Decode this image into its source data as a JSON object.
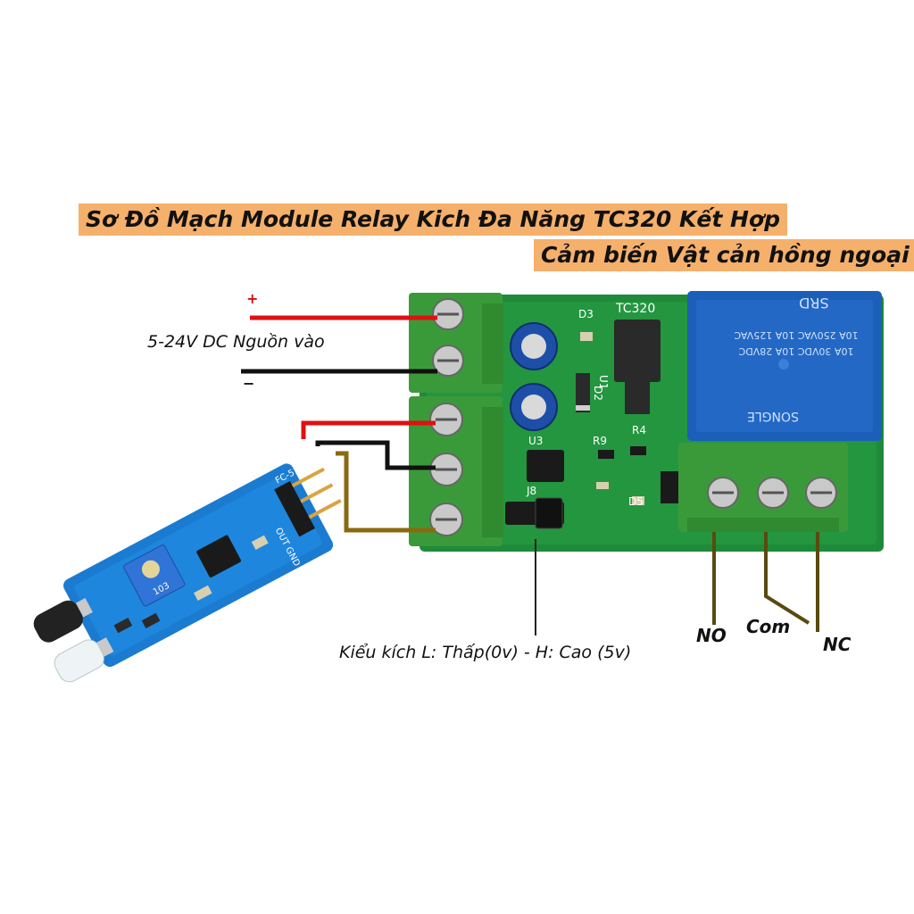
{
  "title": {
    "line1": "Sơ Đồ Mạch Module Relay Kich Đa Năng TC320 Kết Hợp",
    "line2": "Cảm biến Vật cản hồng ngoại"
  },
  "power": {
    "label": "5-24V DC Nguồn vào",
    "plus": "+",
    "minus": "−"
  },
  "trigger": {
    "label": "Kiểu kích L: Thấp(0v) - H: Cao (5v)"
  },
  "relay_terminals": {
    "no": "NO",
    "com": "Com",
    "nc": "NC"
  },
  "board_marks": {
    "d3": "D3",
    "tc320": "TC320",
    "u1": "U1",
    "d2": "D2",
    "u3": "U3",
    "r9": "R9",
    "r4": "R4",
    "j8": "J8",
    "d5": "D5"
  },
  "relay_marks": {
    "srd": "SRD",
    "rating1": "10A 250VAC  10A 125VAC",
    "rating2": "10A 30VDC  10A 28VDC",
    "brand": "SONGLE"
  },
  "sensor_marks": {
    "pot": "103",
    "pins": "OUT GND VCC",
    "model": "FC-51"
  },
  "colors": {
    "title_band": "#f5b06b",
    "wire_red": "#e01010",
    "wire_black": "#111111",
    "wire_brown": "#8a6a10",
    "pcb_green": "#1f8a3a",
    "terminal_green": "#3a9a3a",
    "relay_blue": "#1c5fb8",
    "sensor_blue": "#1a7bd0"
  }
}
